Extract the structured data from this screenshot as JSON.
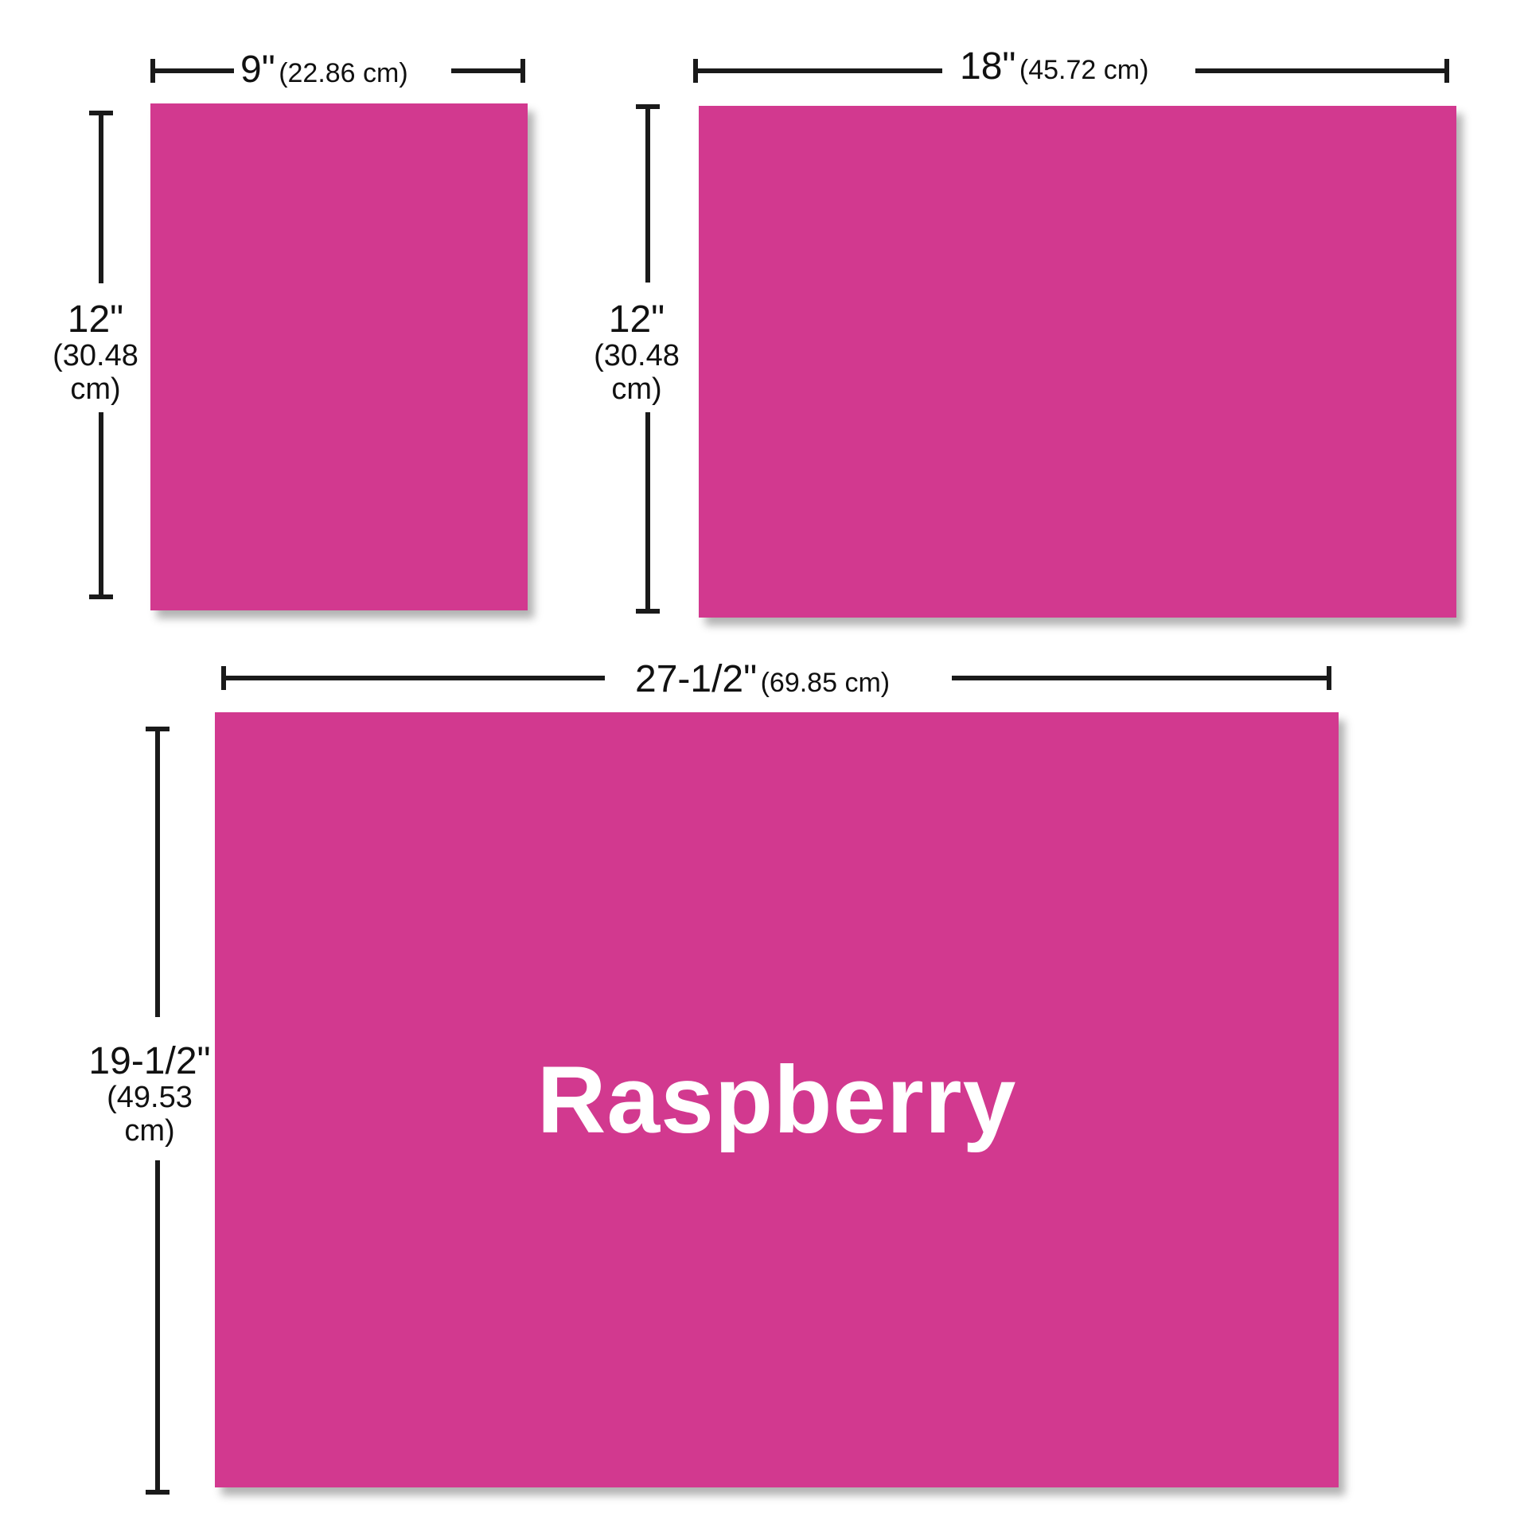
{
  "sheets": {
    "small": {
      "width_label": "9\"",
      "width_metric": "(22.86 cm)",
      "height_label": "12\"",
      "height_metric_1": "(30.48",
      "height_metric_2": "cm)"
    },
    "medium": {
      "width_label": "18\"",
      "width_metric": "(45.72 cm)",
      "height_label": "12\"",
      "height_metric_1": "(30.48",
      "height_metric_2": "cm)"
    },
    "large": {
      "width_label": "27-1/2\"",
      "width_metric": "(69.85 cm)",
      "height_label": "19-1/2\"",
      "height_metric_1": "(49.53",
      "height_metric_2": "cm)",
      "color_name": "Raspberry"
    }
  },
  "colors": {
    "sheet": "#d2398f",
    "line": "#1a1a1a",
    "label_text": "#ffffff"
  }
}
